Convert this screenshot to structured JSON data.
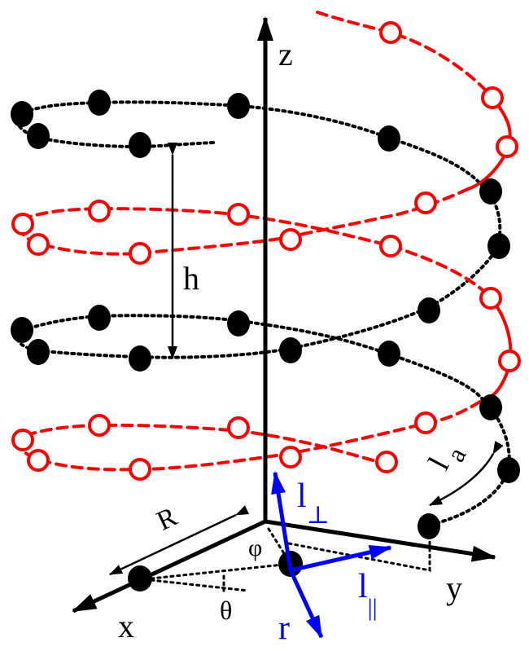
{
  "colors": {
    "black_chain": "#000000",
    "red_chain": "#ff0000",
    "vectors": "#0000ff",
    "background": "#ffffff"
  },
  "labels": {
    "z_axis": "z",
    "x_axis": "x",
    "y_axis": "y",
    "pitch": "h",
    "radius": "R",
    "azimuth": "φ",
    "tilt": "θ",
    "bond": "l",
    "bond_sub": "a",
    "l_perp": "l",
    "l_perp_sub": "⊥",
    "l_par": "l",
    "l_par_sub": "||",
    "r_vec": "r"
  }
}
